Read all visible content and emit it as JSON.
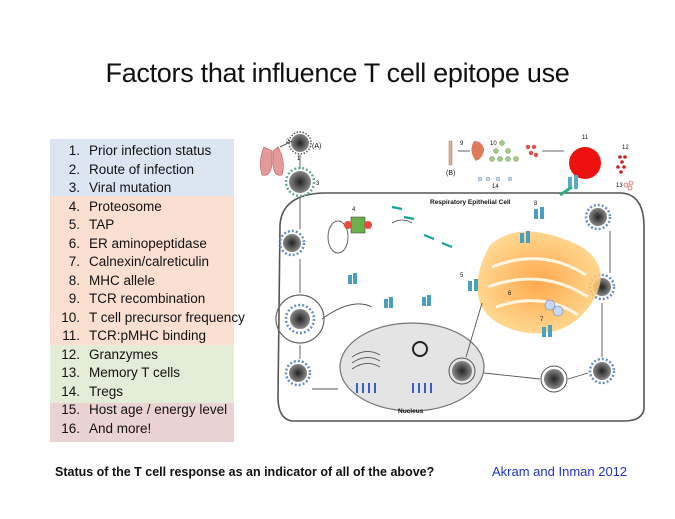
{
  "title": "Factors that influence T cell epitope use",
  "factors": [
    {
      "num": "1.",
      "text": "Prior infection status"
    },
    {
      "num": "2.",
      "text": "Route of infection"
    },
    {
      "num": "3.",
      "text": "Viral mutation"
    },
    {
      "num": "4.",
      "text": "Proteosome"
    },
    {
      "num": "5.",
      "text": "TAP"
    },
    {
      "num": "6.",
      "text": "ER aminopeptidase"
    },
    {
      "num": "7.",
      "text": "Calnexin/calreticulin"
    },
    {
      "num": "8.",
      "text": "MHC allele"
    },
    {
      "num": "9.",
      "text": "TCR recombination"
    },
    {
      "num": "10.",
      "text": "T cell precursor frequency"
    },
    {
      "num": "11.",
      "text": "TCR:pMHC binding"
    },
    {
      "num": "12.",
      "text": "Granzymes"
    },
    {
      "num": "13.",
      "text": "Memory T cells"
    },
    {
      "num": "14.",
      "text": "Tregs"
    },
    {
      "num": "15.",
      "text": "Host age / energy level"
    },
    {
      "num": "16.",
      "text": "And more!"
    }
  ],
  "band_colors": {
    "blue": "#dce6f2",
    "peach": "#fbe0d2",
    "green": "#e3ecd6",
    "pink": "#ecd3d3"
  },
  "figure": {
    "panel_a": "(A)",
    "panel_b": "(B)",
    "cell_label": "Respiratory Epithelial Cell",
    "nucleus_label": "Nucleus",
    "markers": [
      "1",
      "2",
      "3",
      "4",
      "5",
      "6",
      "7",
      "8",
      "9",
      "10",
      "11",
      "12",
      "13",
      "14"
    ]
  },
  "footer_question": "Status of the T cell response as an indicator of all of the above?",
  "citation": "Akram and Inman 2012"
}
